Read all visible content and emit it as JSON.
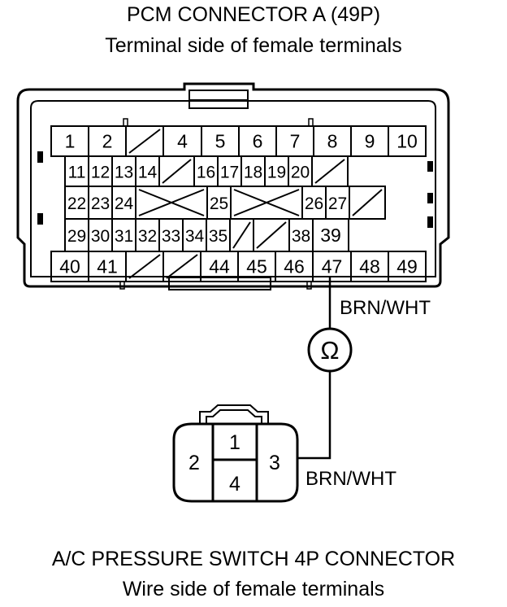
{
  "pcm_connector": {
    "title": "PCM CONNECTOR A (49P)",
    "subtitle": "Terminal side of female terminals",
    "rows": [
      [
        "1",
        "2",
        "",
        "4",
        "5",
        "6",
        "7",
        "8",
        "9",
        "10"
      ],
      [
        "11",
        "12",
        "13",
        "14",
        "",
        "16",
        "17",
        "18",
        "19",
        "20",
        ""
      ],
      [
        "22",
        "23",
        "24",
        "",
        "25",
        "",
        "26",
        "27",
        ""
      ],
      [
        "29",
        "30",
        "31",
        "32",
        "33",
        "34",
        "35",
        "",
        "",
        "38",
        "39"
      ],
      [
        "40",
        "41",
        "",
        "",
        "44",
        "45",
        "46",
        "47",
        "48",
        "49"
      ]
    ]
  },
  "wire_upper": {
    "label": "BRN/WHT"
  },
  "ohmmeter": {
    "symbol": "Ω"
  },
  "wire_lower": {
    "label": "BRN/WHT"
  },
  "switch_connector": {
    "title": "A/C PRESSURE SWITCH 4P CONNECTOR",
    "subtitle": "Wire side of female terminals",
    "pins": [
      "1",
      "2",
      "3",
      "4"
    ]
  }
}
